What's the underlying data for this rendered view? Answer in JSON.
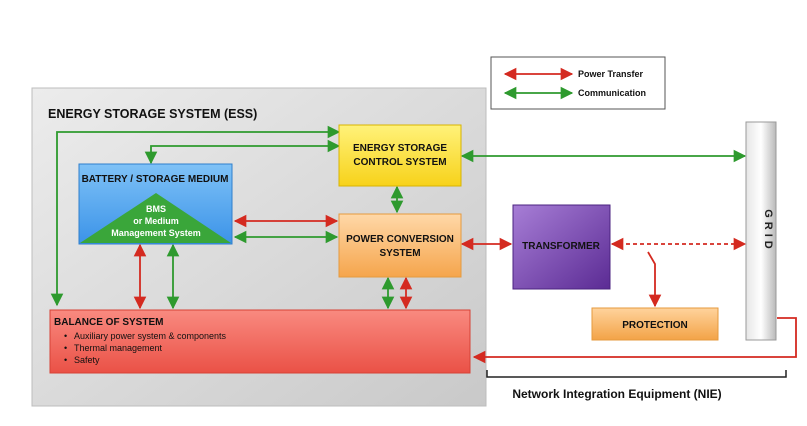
{
  "legend": {
    "power_transfer": "Power Transfer",
    "communication": "Communication"
  },
  "ess": {
    "title": "ENERGY STORAGE SYSTEM (ESS)"
  },
  "escs": {
    "line1": "ENERGY STORAGE",
    "line2": "CONTROL SYSTEM"
  },
  "battery": {
    "title": "BATTERY / STORAGE MEDIUM",
    "bms_line1": "BMS",
    "bms_line2": "or Medium",
    "bms_line3": "Management System"
  },
  "pcs": {
    "line1": "POWER CONVERSION",
    "line2": "SYSTEM"
  },
  "transformer": {
    "label": "TRANSFORMER"
  },
  "protection": {
    "label": "PROTECTION"
  },
  "grid": {
    "label": "GRID"
  },
  "bos": {
    "title": "BALANCE OF SYSTEM",
    "items": [
      "Auxiliary power system & components",
      "Thermal management",
      "Safety"
    ]
  },
  "nie": {
    "label": "Network Integration Equipment (NIE)"
  },
  "colors": {
    "power": "#d42a20",
    "communication": "#2e9a2e"
  }
}
